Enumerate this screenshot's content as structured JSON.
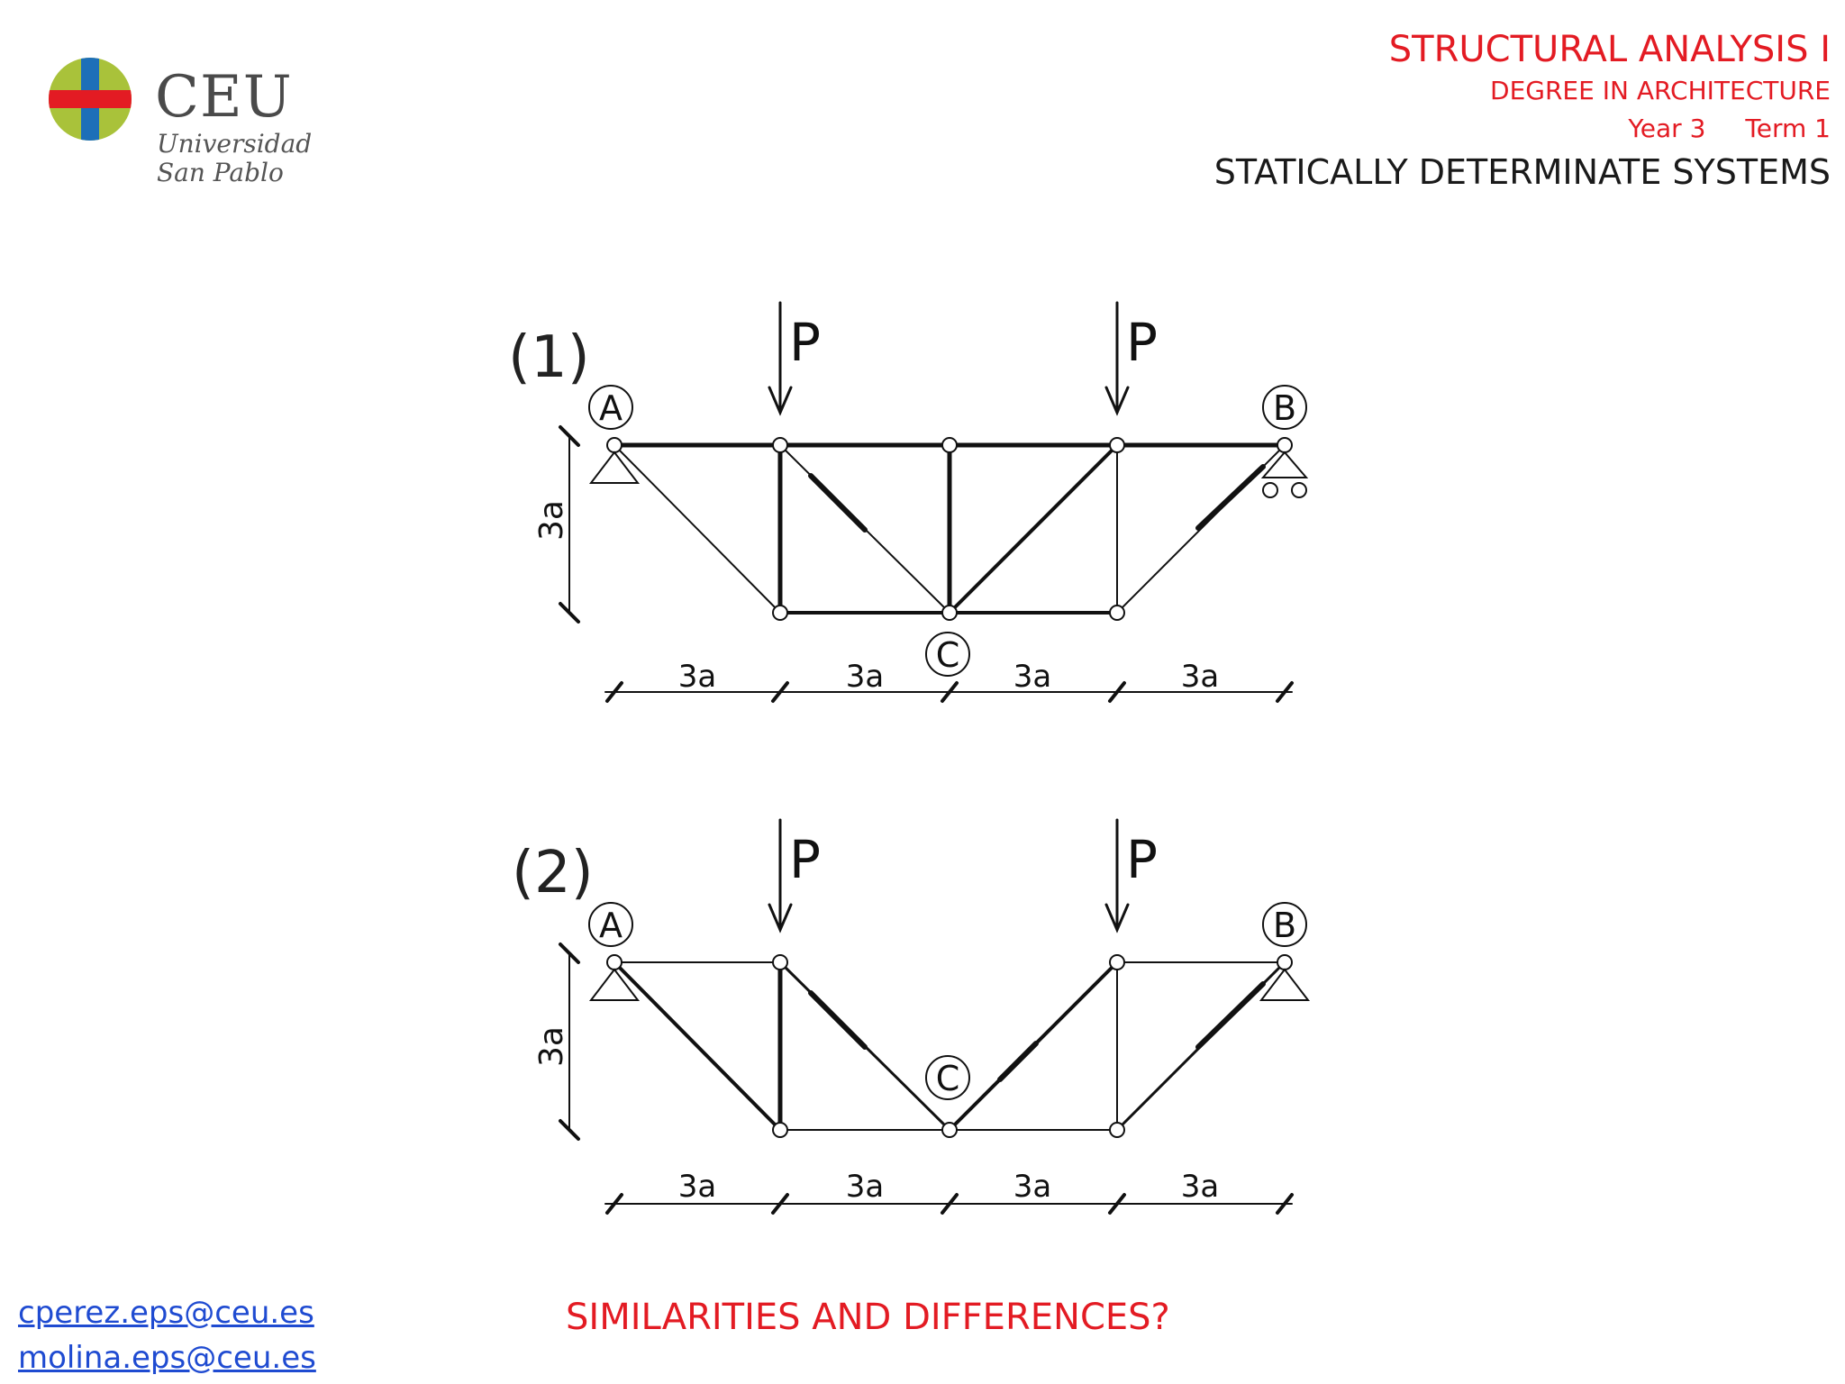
{
  "header": {
    "title": "STRUCTURAL ANALYSIS I",
    "degree": "DEGREE IN ARCHITECTURE",
    "year": "Year 3",
    "term": "Term 1",
    "subject": "STATICALLY DETERMINATE SYSTEMS"
  },
  "logo": {
    "name": "CEU",
    "line1": "Universidad",
    "line2": "San Pablo",
    "colors": {
      "green": "#a9c23a",
      "red": "#e31b23",
      "blue": "#1d6fb8"
    }
  },
  "diagrams": {
    "load_label": "P",
    "dimension_label": "3a",
    "truss1": {
      "label": "(1)",
      "node_a": "A",
      "node_b": "B",
      "node_c": "C"
    },
    "truss2": {
      "label": "(2)",
      "node_a": "A",
      "node_b": "B",
      "node_c": "C"
    }
  },
  "footer": {
    "question": "SIMILARITIES AND DIFFERENCES?",
    "emails": [
      "cperez.eps@ceu.es",
      "molina.eps@ceu.es"
    ]
  }
}
